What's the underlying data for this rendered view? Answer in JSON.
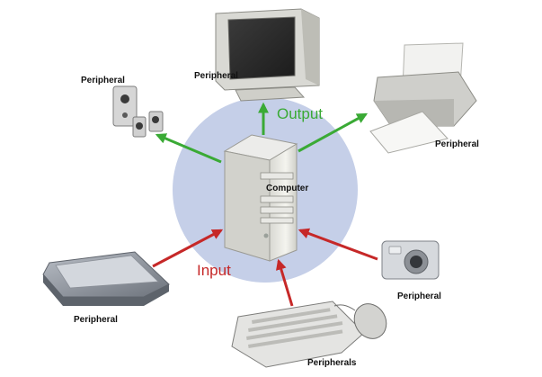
{
  "labels": {
    "speakers": "Peripheral",
    "monitor": "Peripheral",
    "printer": "Peripheral",
    "computer": "Computer",
    "scanner": "Peripheral",
    "camera": "Peripheral",
    "keyboard_mouse": "Peripherals"
  },
  "flow": {
    "output": "Output",
    "input": "Input"
  },
  "colors": {
    "output_arrow": "#3aaa35",
    "input_arrow": "#c62828",
    "hub_circle": "#c5cfe8"
  }
}
